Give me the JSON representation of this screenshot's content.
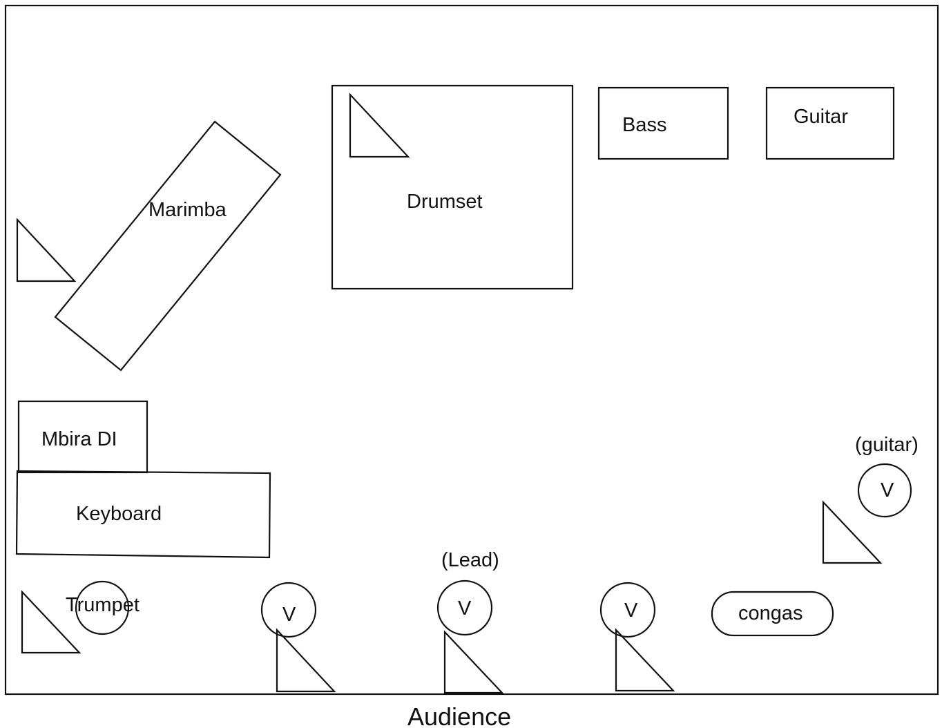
{
  "stage_plot": {
    "marimba": "Marimba",
    "drumset": "Drumset",
    "bass": "Bass",
    "guitar": "Guitar",
    "mbira_di": "Mbira DI",
    "keyboard": "Keyboard",
    "trumpet": "Trumpet",
    "congas": "congas",
    "vocal_mic": "V",
    "lead_note": "(Lead)",
    "guitar_note": "(guitar)",
    "audience": "Audience"
  },
  "colors": {
    "stroke": "#111111",
    "background": "#ffffff"
  }
}
